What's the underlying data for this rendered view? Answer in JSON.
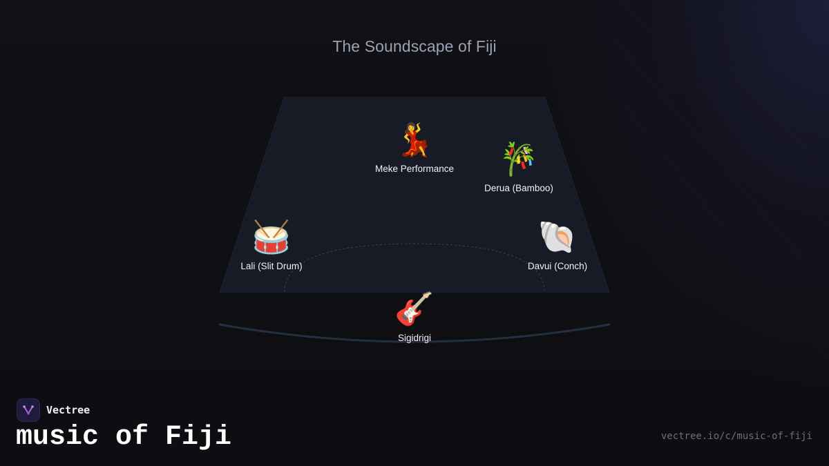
{
  "page": {
    "title": "The Soundscape of Fiji"
  },
  "instruments": [
    {
      "name": "Meke Performance",
      "emoji": "💃",
      "icon": "dancer-icon"
    },
    {
      "name": "Derua (Bamboo)",
      "emoji": "🎋",
      "icon": "bamboo-icon"
    },
    {
      "name": "Lali (Slit Drum)",
      "emoji": "🥁",
      "icon": "drum-icon"
    },
    {
      "name": "Davui (Conch)",
      "emoji": "🐚",
      "icon": "conch-shell-icon"
    },
    {
      "name": "Sigidrigi",
      "emoji": "🎸",
      "icon": "guitar-icon"
    }
  ],
  "branding": {
    "name": "Vectree",
    "icon": "vectree-logo-icon",
    "headline": "music of Fiji",
    "url": "vectree.io/c/music-of-fiji"
  },
  "colors": {
    "background": "#0f0f13",
    "stage_fill": "#161b25",
    "title": "#9aa2b3",
    "label": "#f2f3f6",
    "url": "#6b6f78",
    "logo_accent": "#b06ad8"
  }
}
